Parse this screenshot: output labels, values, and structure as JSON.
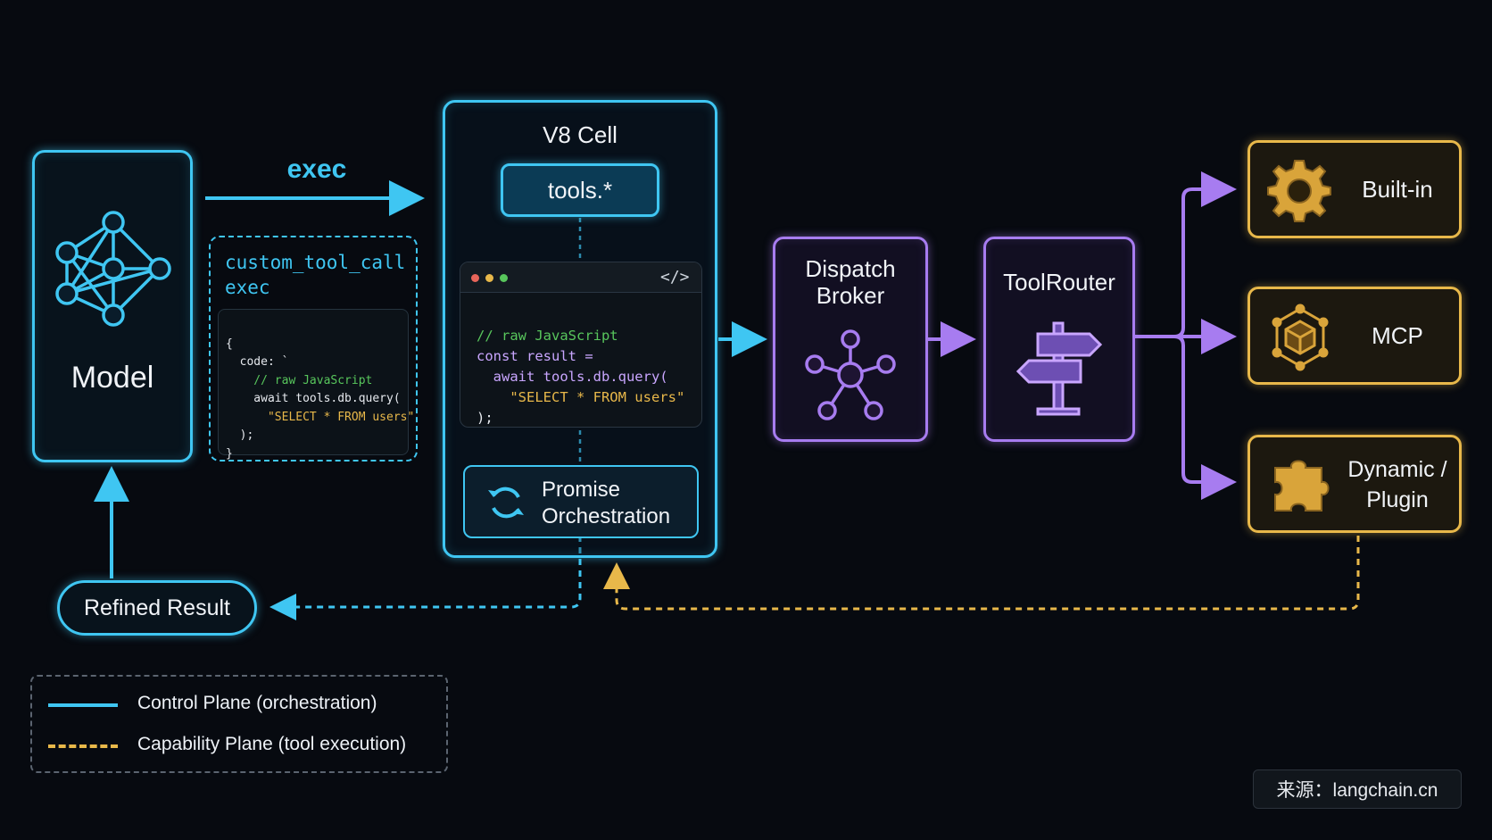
{
  "model": {
    "label": "Model"
  },
  "exec_label": "exec",
  "custom_call": {
    "title_line1": "custom_tool_call",
    "title_line2": "exec",
    "code_lines": [
      "{",
      "  code: `",
      "    // raw JavaScript",
      "    await tools.db.query(",
      "      \"SELECT * FROM users\"",
      "  );",
      "}"
    ]
  },
  "v8_cell": {
    "title": "V8 Cell",
    "tools_label": "tools.*",
    "editor_icon": "</>",
    "code_lines": [
      "// raw JavaScript",
      "const result =",
      "  await tools.db.query(",
      "    \"SELECT * FROM users\"",
      ");"
    ],
    "promise_line1": "Promise",
    "promise_line2": "Orchestration"
  },
  "dispatch": {
    "line1": "Dispatch",
    "line2": "Broker"
  },
  "router": {
    "label": "ToolRouter"
  },
  "capabilities": {
    "builtin": "Built-in",
    "mcp": "MCP",
    "dynamic_line1": "Dynamic /",
    "dynamic_line2": "Plugin"
  },
  "refined_result": "Refined Result",
  "legend": {
    "control": "Control Plane (orchestration)",
    "capability": "Capability Plane (tool execution)"
  },
  "source": "来源：langchain.cn",
  "colors": {
    "cyan": "#3fc6f2",
    "purple": "#a77cf0",
    "gold": "#e8b84a",
    "background": "#070a10"
  }
}
